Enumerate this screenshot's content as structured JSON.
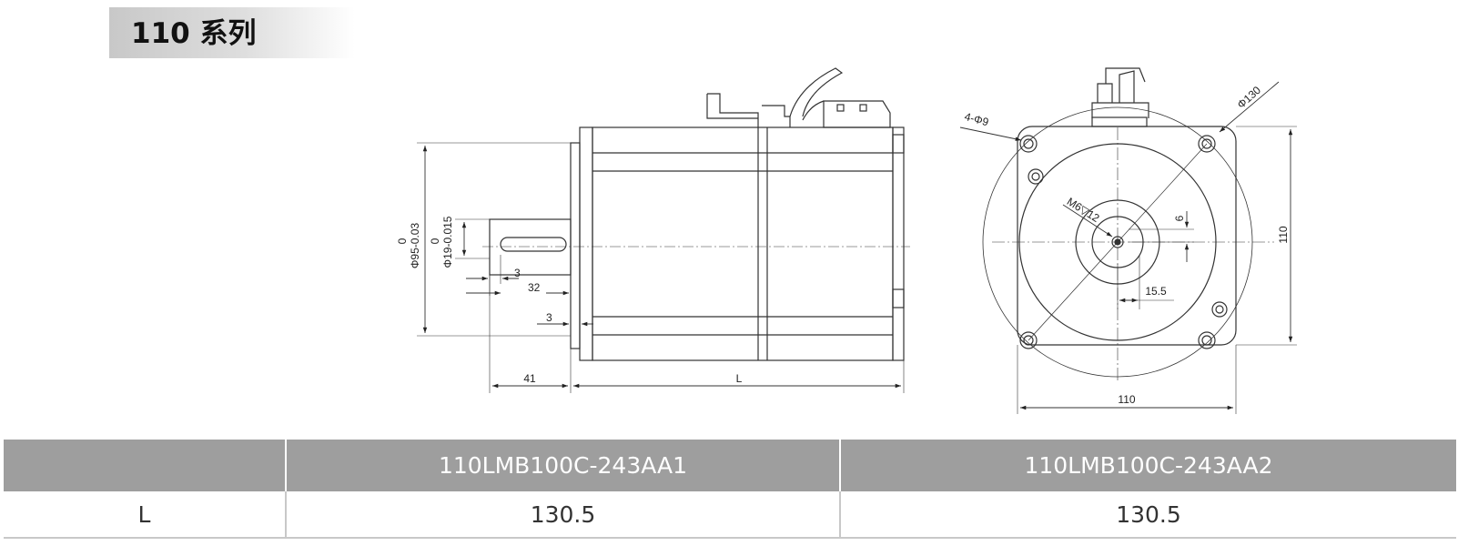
{
  "header": {
    "series_title": "110 系列"
  },
  "side_view": {
    "dims": {
      "flange_dia": "Φ95-0.03",
      "flange_tol_upper": "0",
      "shaft_dia": "Φ19-0.015",
      "shaft_tol_upper": "0",
      "key_offset": "3",
      "key_length": "32",
      "pilot_depth": "3",
      "shaft_length": "41",
      "body_length": "L"
    }
  },
  "front_view": {
    "dims": {
      "bolt_holes": "4-Φ9",
      "pcd": "Φ130",
      "tapped_hole": "M6▽12",
      "key_height": "6",
      "key_width": "15.5",
      "flange_height": "110",
      "flange_width": "110"
    }
  },
  "table": {
    "headers": [
      "",
      "110LMB100C-243AA1",
      "110LMB100C-243AA2"
    ],
    "rows": [
      {
        "label": "L",
        "values": [
          "130.5",
          "130.5"
        ]
      }
    ]
  }
}
